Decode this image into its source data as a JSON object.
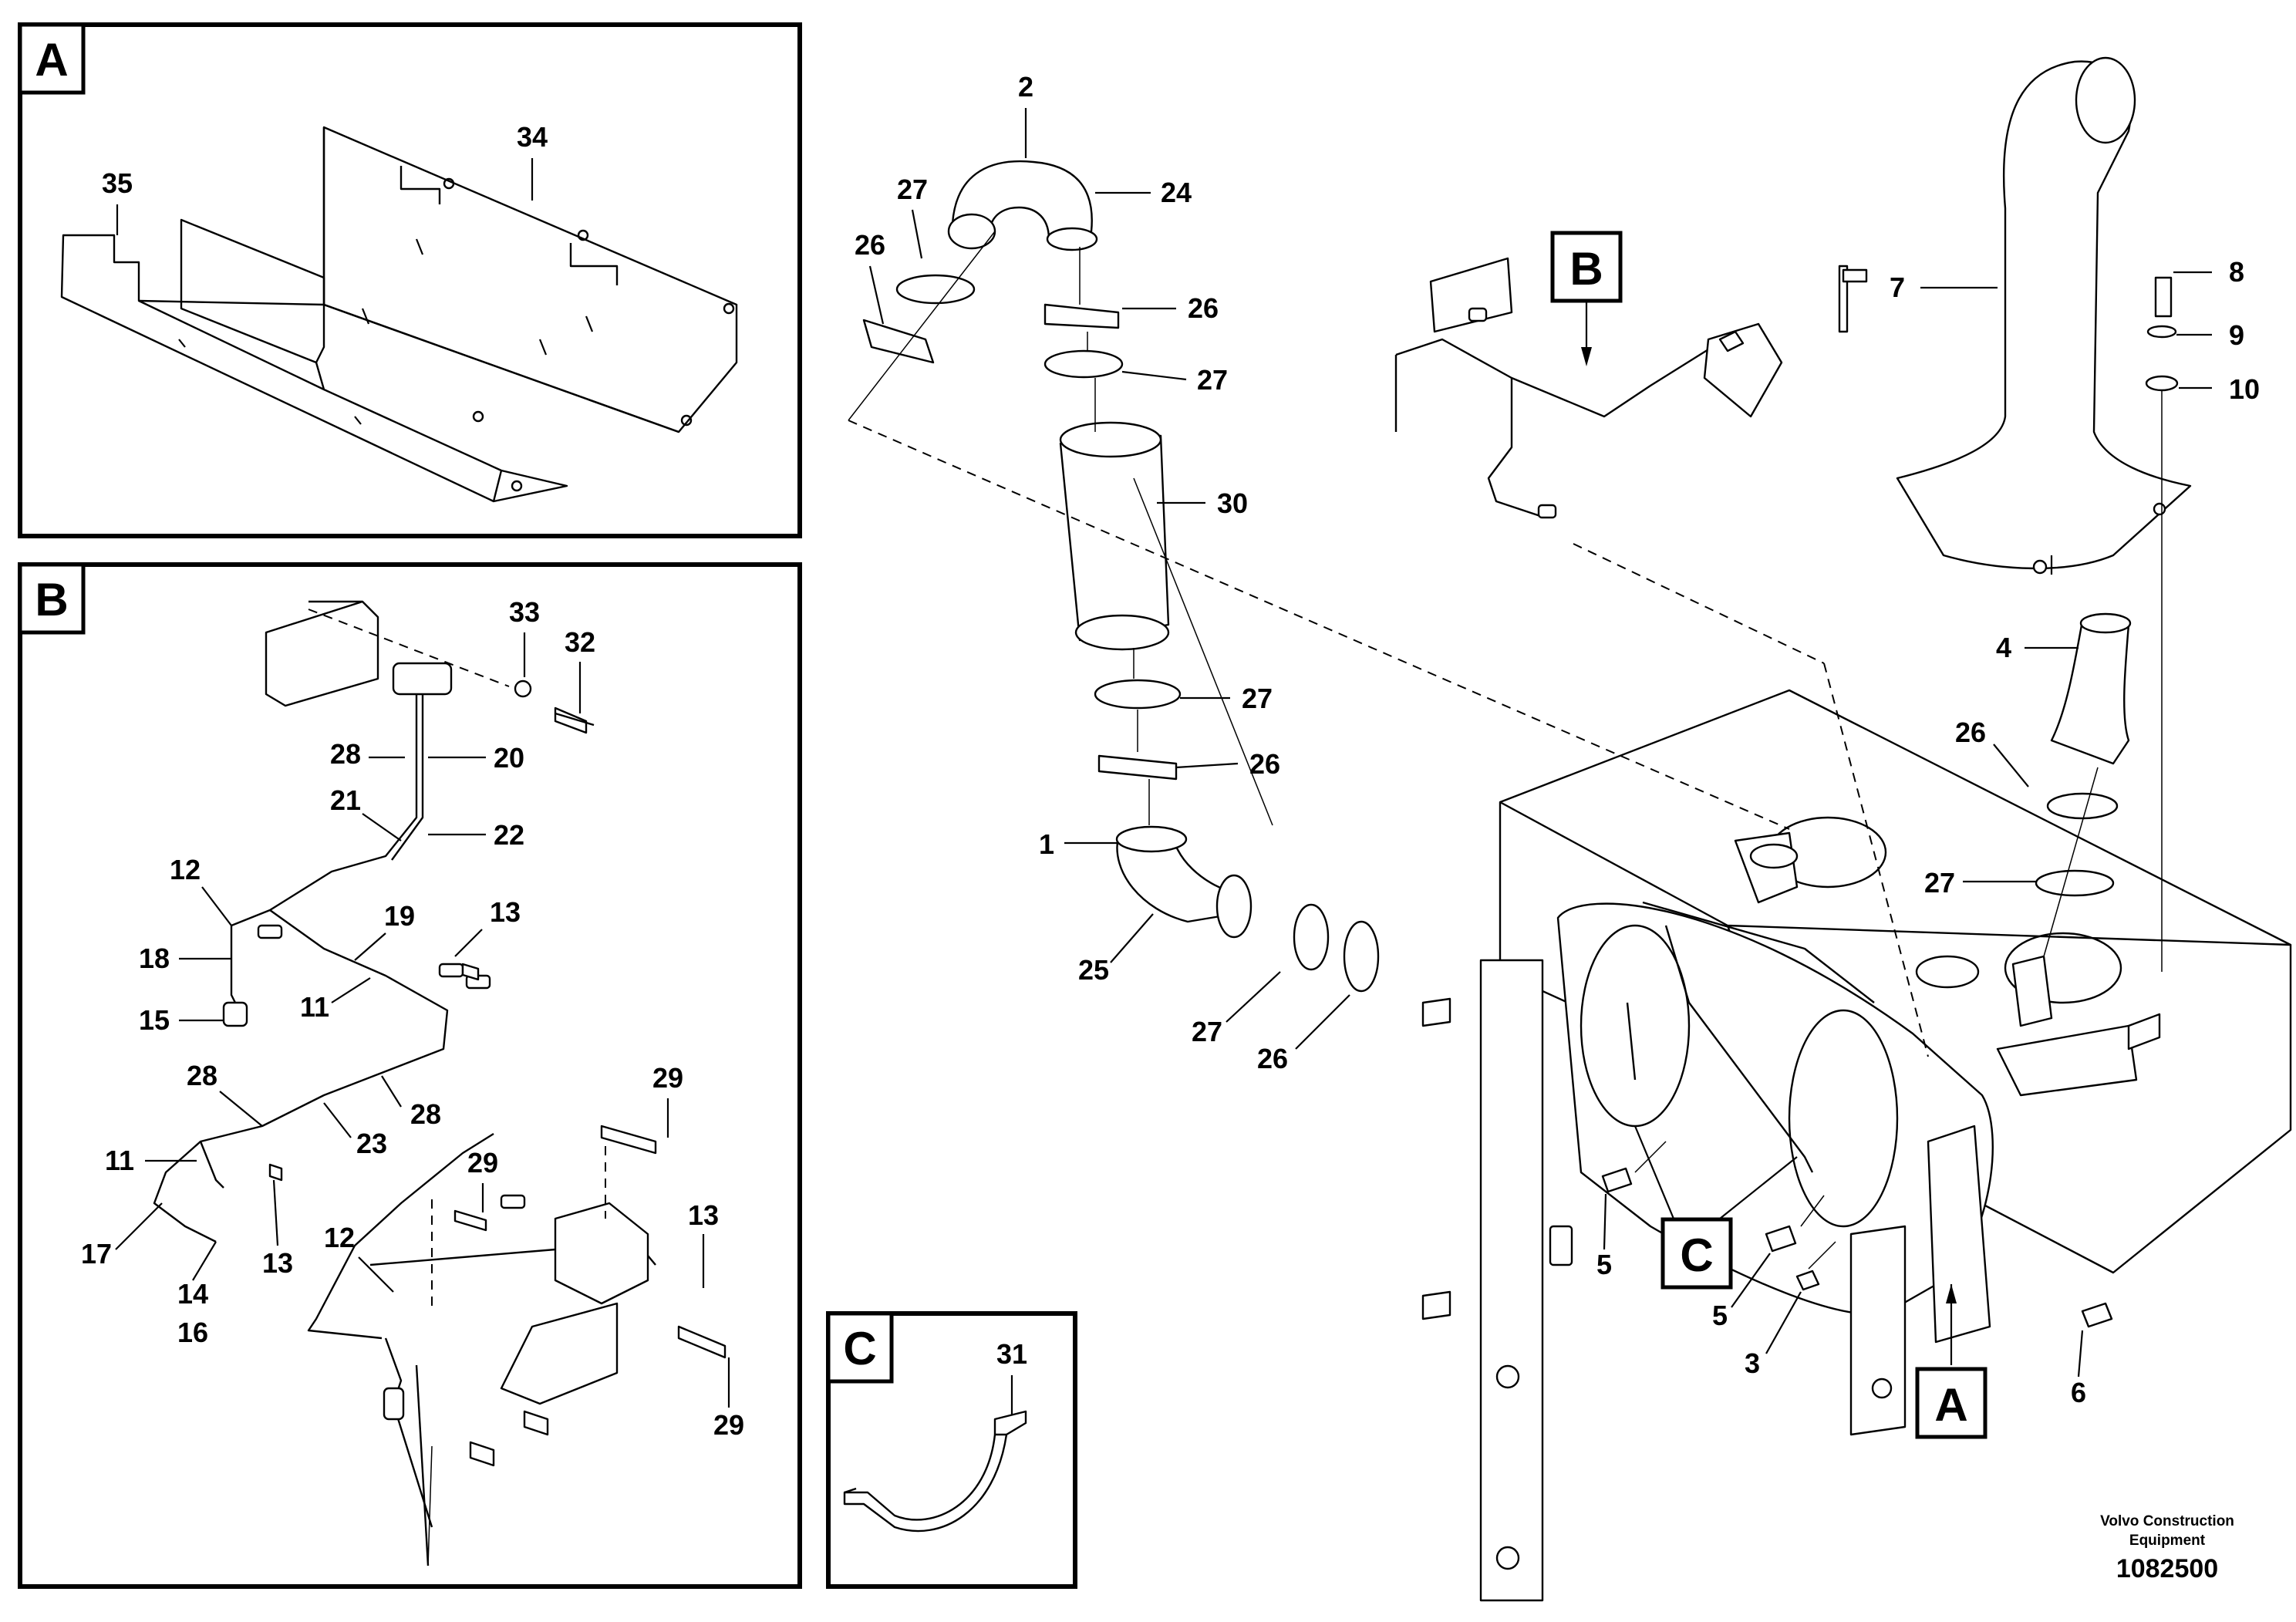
{
  "panels": {
    "a": {
      "letter": "A"
    },
    "b": {
      "letter": "B"
    },
    "c": {
      "letter": "C"
    }
  },
  "view_tags": {
    "b": "B",
    "a": "A",
    "c": "C"
  },
  "callouts": {
    "a": [
      "35",
      "34"
    ],
    "b": [
      "33",
      "32",
      "28",
      "20",
      "21",
      "22",
      "12",
      "19",
      "13",
      "18",
      "15",
      "11",
      "28",
      "23",
      "28",
      "29",
      "11",
      "29",
      "17",
      "13",
      "14",
      "16",
      "12",
      "13",
      "29"
    ],
    "c": [
      "31"
    ],
    "main": [
      "2",
      "27",
      "24",
      "26",
      "26",
      "27",
      "30",
      "27",
      "26",
      "1",
      "25",
      "27",
      "26",
      "7",
      "8",
      "9",
      "10",
      "4",
      "26",
      "27",
      "5",
      "5",
      "3",
      "6"
    ]
  },
  "footer": {
    "brand_line1": "Volvo Construction",
    "brand_line2": "Equipment",
    "drawing_number": "1082500"
  }
}
